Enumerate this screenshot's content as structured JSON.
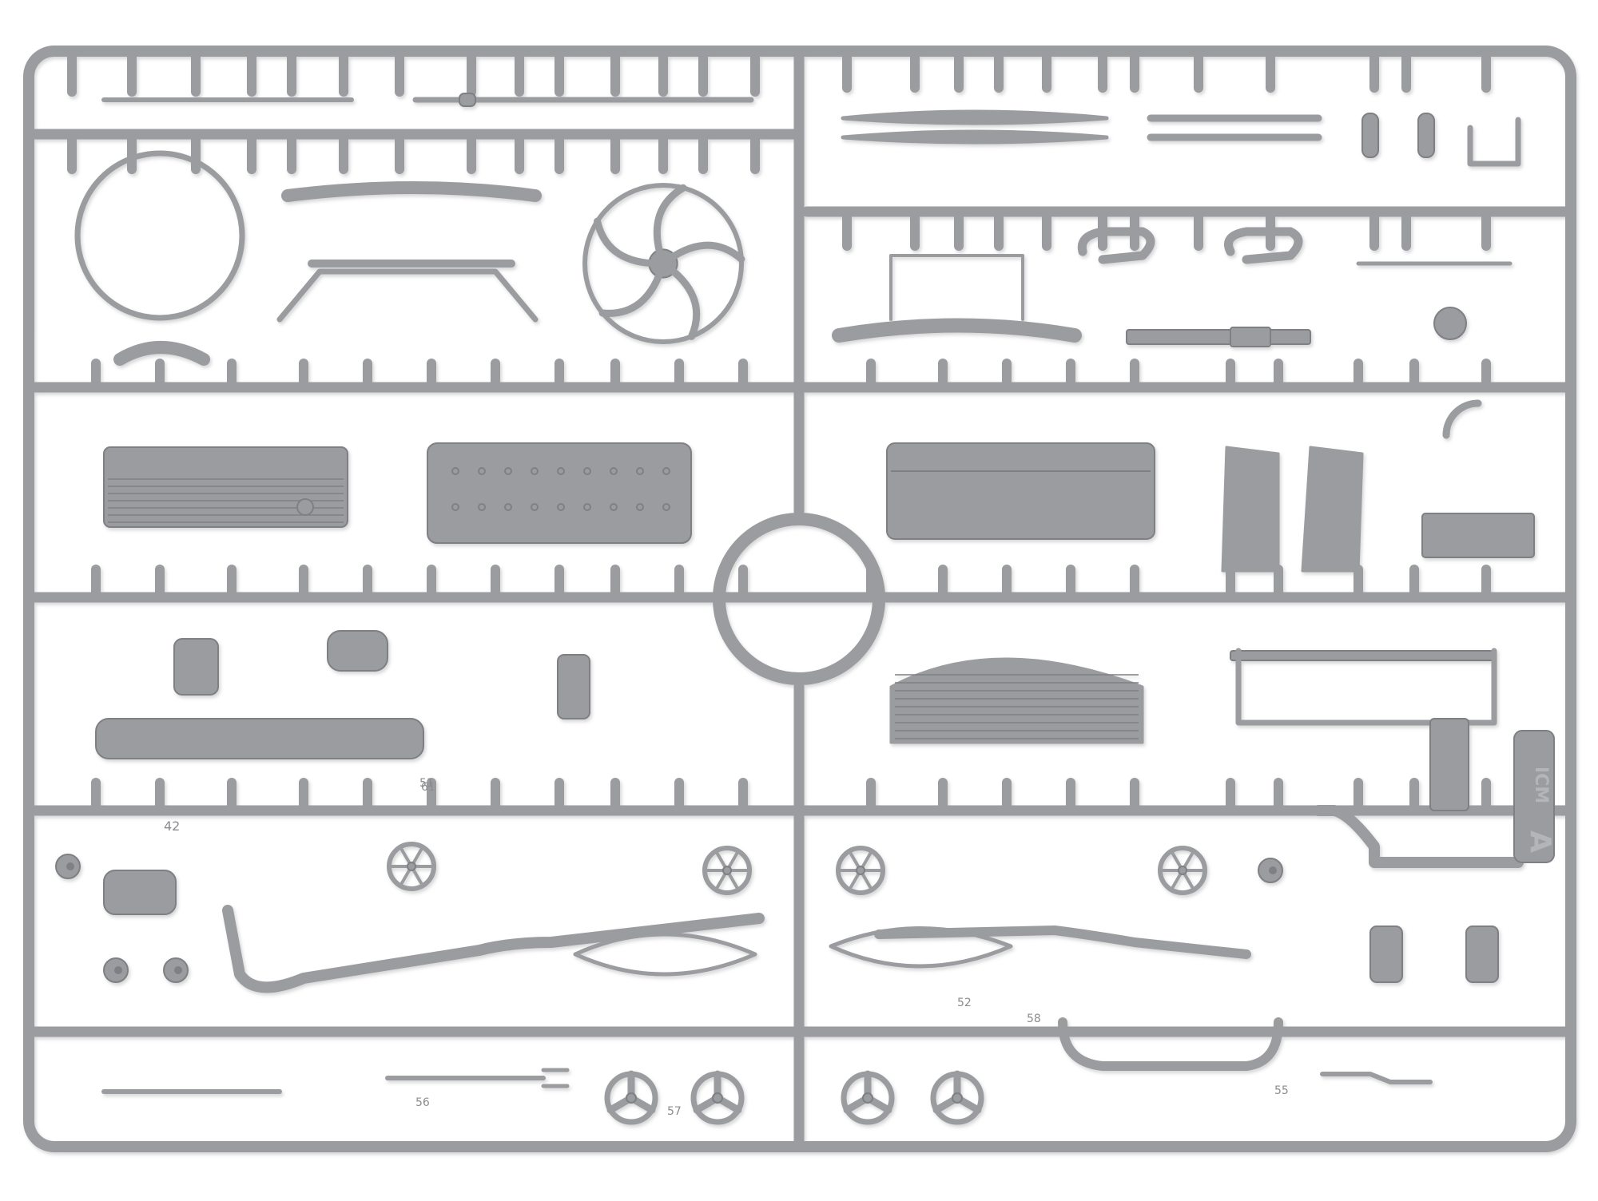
{
  "photo": {
    "background_color": "#ffffff",
    "plastic_color": "#9a9c9f",
    "plastic_shadow": "#7e8083",
    "plastic_highlight": "#b3b5b8"
  },
  "sprue": {
    "kit_letter": "A",
    "logo_text": "ICM",
    "part_numbers": [
      "42",
      "51",
      "52",
      "55",
      "56",
      "57",
      "58",
      "61"
    ]
  }
}
